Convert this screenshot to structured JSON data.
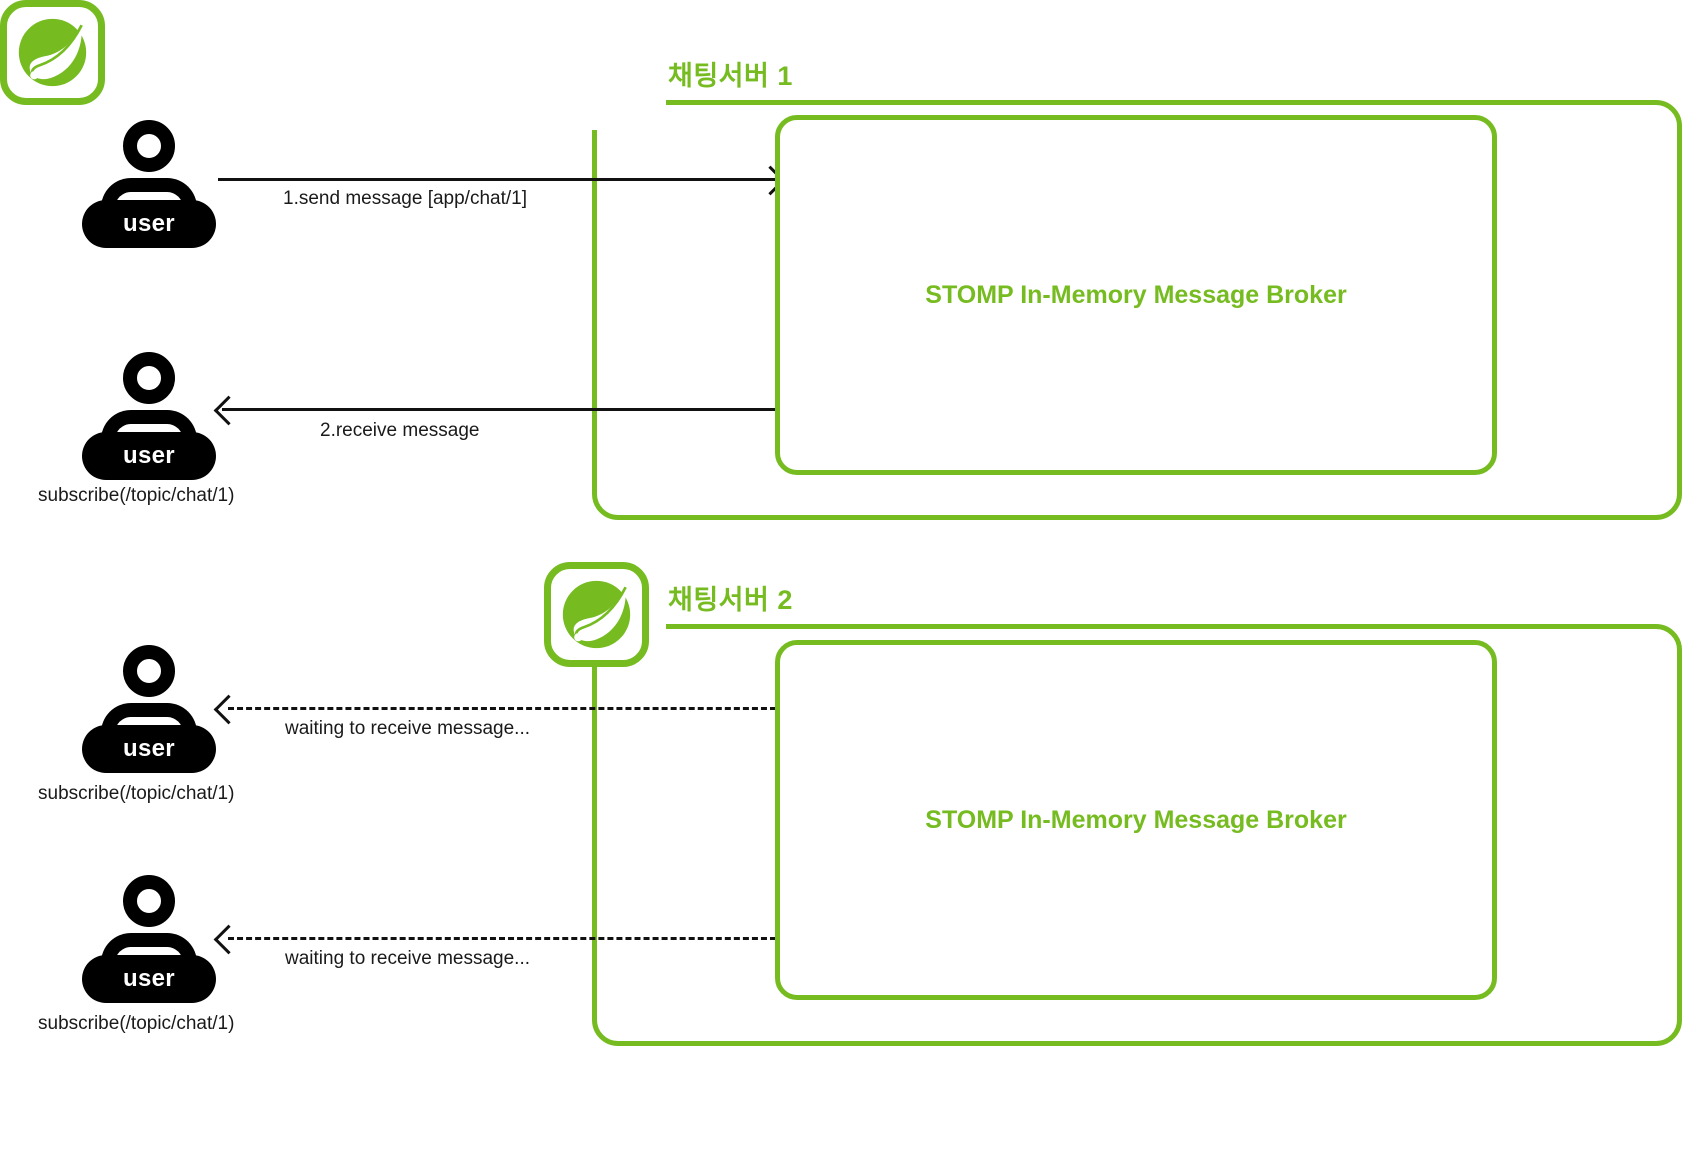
{
  "colors": {
    "spring_green": "#76bc21",
    "ink": "#111111",
    "white": "#ffffff"
  },
  "servers": [
    {
      "id": "chat-server-1",
      "title": "채팅서버 1",
      "logo_icon": "spring-leaf-icon",
      "broker_label": "STOMP In-Memory Message Broker"
    },
    {
      "id": "chat-server-2",
      "title": "채팅서버 2",
      "logo_icon": "spring-leaf-icon",
      "broker_label": "STOMP In-Memory Message Broker"
    }
  ],
  "actors": [
    {
      "id": "user-1",
      "label": "user",
      "note": ""
    },
    {
      "id": "user-2",
      "label": "user",
      "note": "subscribe(/topic/chat/1)"
    },
    {
      "id": "user-3",
      "label": "user",
      "note": "subscribe(/topic/chat/1)"
    },
    {
      "id": "user-4",
      "label": "user",
      "note": "subscribe(/topic/chat/1)"
    }
  ],
  "messages": [
    {
      "id": "msg-send",
      "label": "1.send message [app/chat/1]",
      "direction": "right",
      "style": "solid"
    },
    {
      "id": "msg-receive",
      "label": "2.receive message",
      "direction": "left",
      "style": "solid"
    },
    {
      "id": "msg-waiting-1",
      "label": "waiting to receive message...",
      "direction": "left",
      "style": "dashed"
    },
    {
      "id": "msg-waiting-2",
      "label": "waiting to receive message...",
      "direction": "left",
      "style": "dashed"
    }
  ]
}
